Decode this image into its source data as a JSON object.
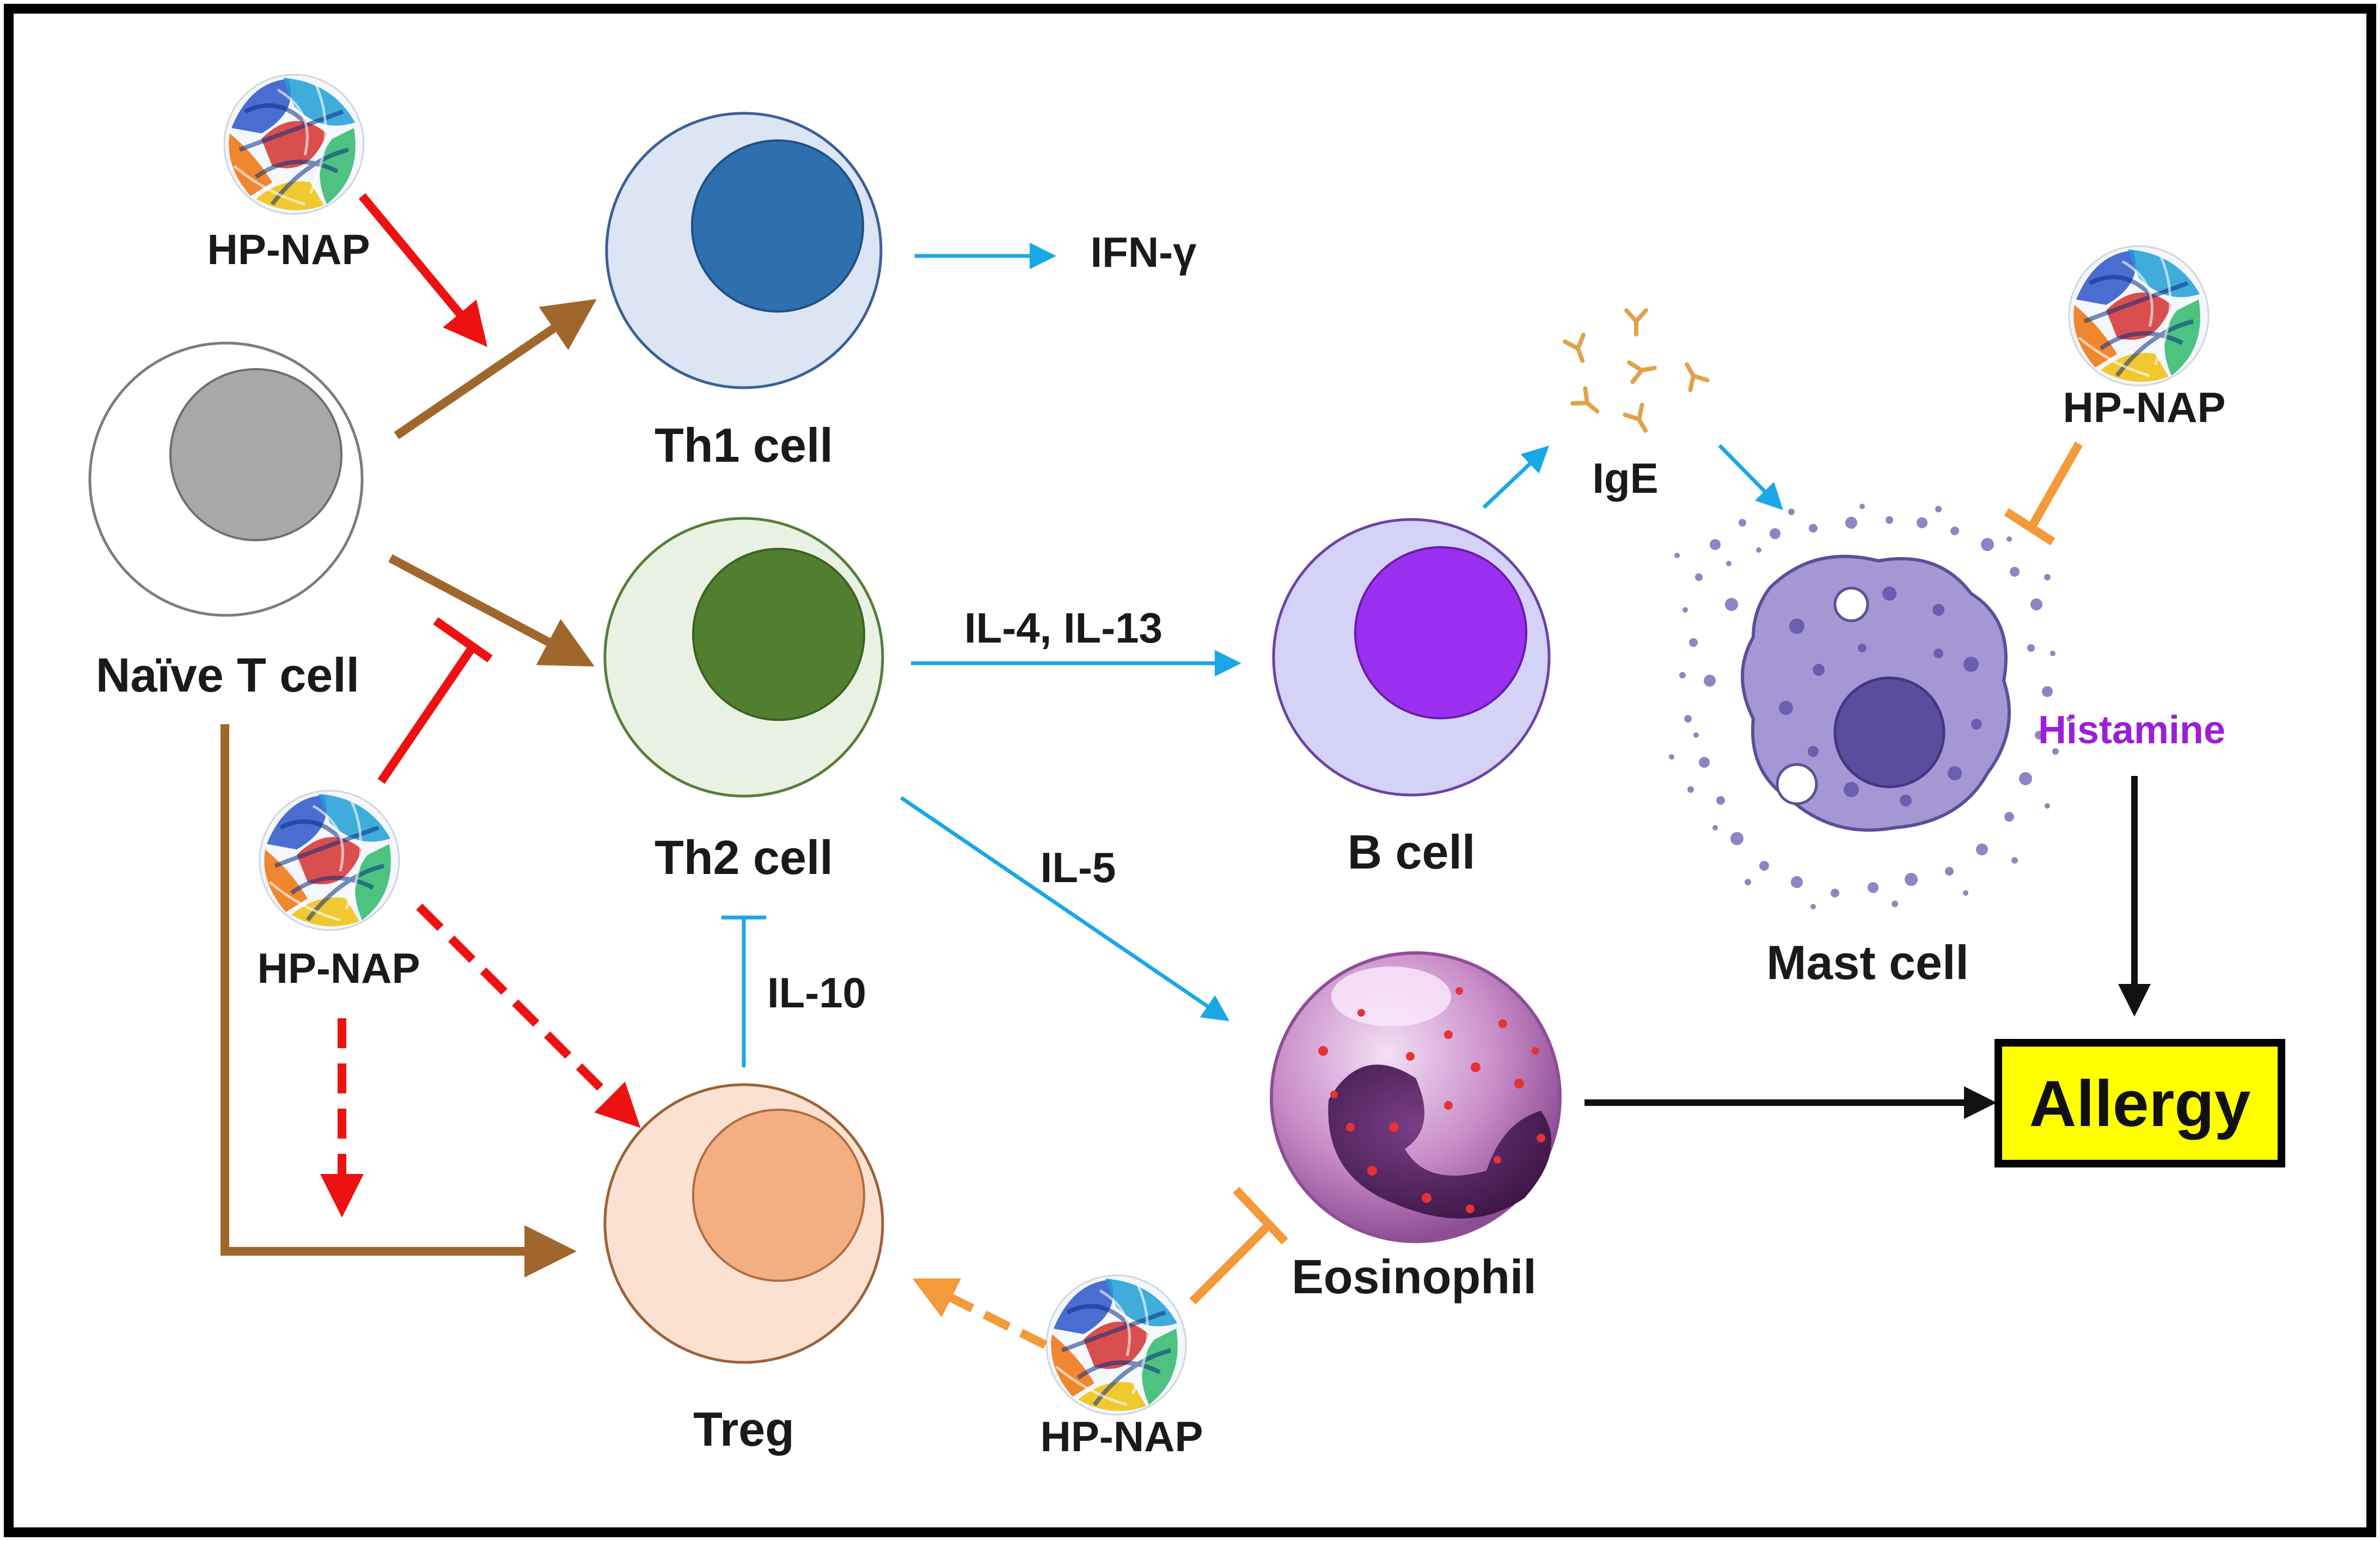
{
  "cells": {
    "naive": "Naïve T cell",
    "th1": "Th1 cell",
    "th2": "Th2 cell",
    "treg": "Treg",
    "b": "B cell",
    "mast": "Mast cell",
    "eosinophil": "Eosinophil"
  },
  "mediators": {
    "ifng": "IFN-γ",
    "il4_il13": "IL-4, IL-13",
    "il5": "IL-5",
    "il10": "IL-10",
    "ige": "IgE",
    "histamine": "Histamine"
  },
  "agent": {
    "name_1": "HP-NAP",
    "name_2": "HP-NAP",
    "name_3": "HP-NAP",
    "name_4": "HP-NAP"
  },
  "outcome": {
    "label": "Allergy"
  },
  "colors": {
    "promote_arrow": "#a0672d",
    "hpnap_activate": "#ee1111",
    "hpnap_inhibit": "#f39a3a",
    "cytokine_arrow": "#1aa7e6",
    "histamine_text": "#9b1fd6",
    "allergy_fill": "#ffff00"
  }
}
